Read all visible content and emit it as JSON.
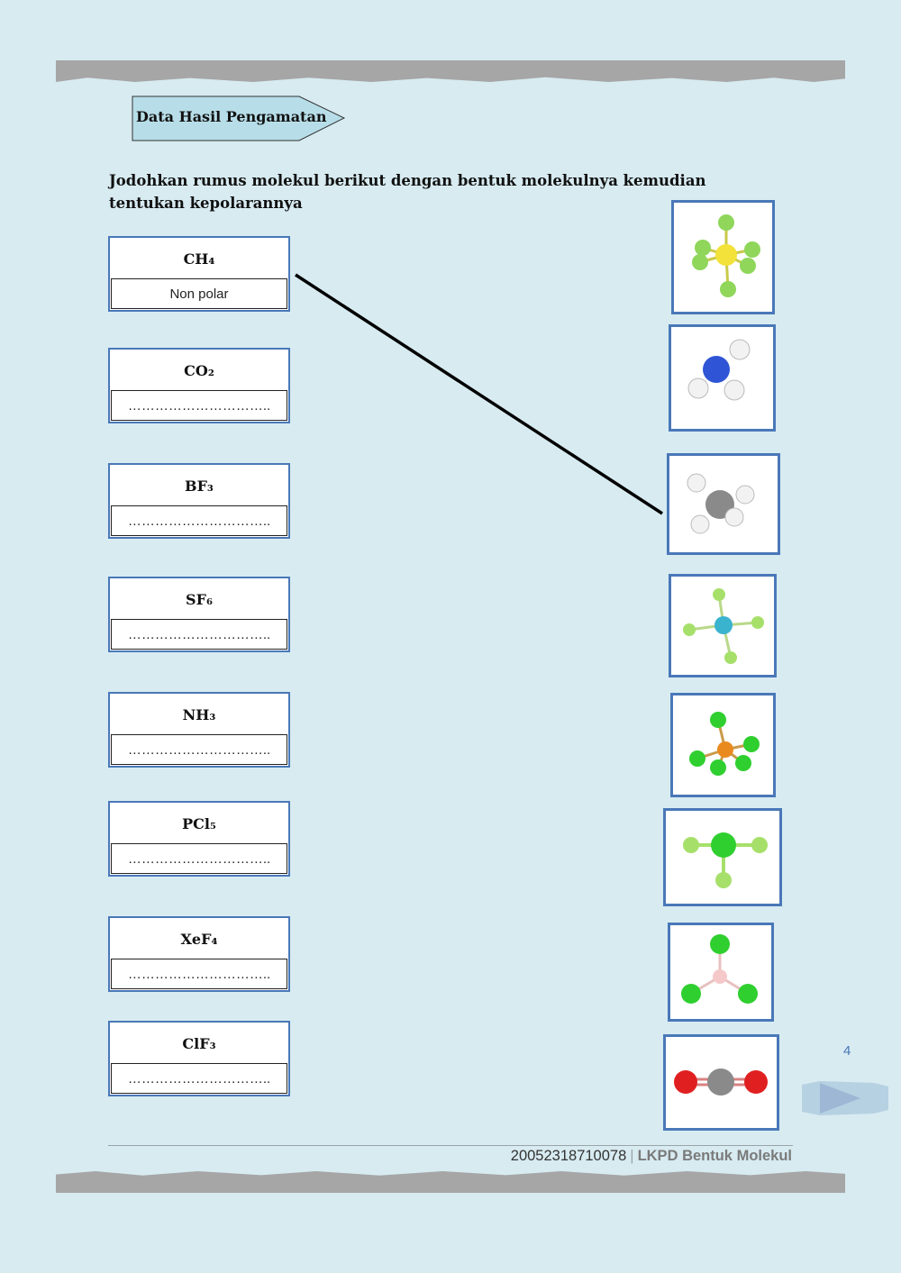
{
  "section_title": "Data Hasil Pengamatan",
  "instruction": "Jodohkan rumus molekul berikut dengan bentuk molekulnya kemudian tentukan kepolarannya",
  "molecules": [
    {
      "formula": "CH₄",
      "answer": "Non polar"
    },
    {
      "formula": "CO₂",
      "answer": "………………………….."
    },
    {
      "formula": "BF₃",
      "answer": "………………………….."
    },
    {
      "formula": "SF₆",
      "answer": "………………………….."
    },
    {
      "formula": "NH₃",
      "answer": "………………………….."
    },
    {
      "formula": "PCl₅",
      "answer": "………………………….."
    },
    {
      "formula": "XeF₄",
      "answer": "………………………….."
    },
    {
      "formula": "ClF₃",
      "answer": "………………………….."
    }
  ],
  "shapes": [
    {
      "icon": "octahedral-molecule-icon",
      "central_color": "#f2e23a",
      "ligand_color": "#8fd65a"
    },
    {
      "icon": "trigonal-pyramidal-molecule-icon",
      "central_color": "#2f55d6",
      "ligand_color": "#f2f2f2"
    },
    {
      "icon": "tetrahedral-molecule-icon",
      "central_color": "#8a8a8a",
      "ligand_color": "#f2f2f2"
    },
    {
      "icon": "square-planar-molecule-icon",
      "central_color": "#3ab3cf",
      "ligand_color": "#a6e06a"
    },
    {
      "icon": "trigonal-bipyramidal-molecule-icon",
      "central_color": "#e98a1f",
      "ligand_color": "#2fcf2f"
    },
    {
      "icon": "t-shaped-molecule-icon",
      "central_color": "#2fcf2f",
      "ligand_color": "#a6e06a"
    },
    {
      "icon": "trigonal-planar-molecule-icon",
      "central_color": "#f5c9c9",
      "ligand_color": "#2fcf2f"
    },
    {
      "icon": "linear-molecule-icon",
      "central_color": "#8a8a8a",
      "ligand_color": "#e02020"
    }
  ],
  "page_number": "4",
  "footer": {
    "id": "20052318710078",
    "separator": "|",
    "title": "LKPD Bentuk Molekul"
  },
  "colors": {
    "background": "#d7ebf1",
    "box_border": "#4a78b8",
    "tag_fill": "#b7dde8",
    "band": "#a6a6a6"
  }
}
